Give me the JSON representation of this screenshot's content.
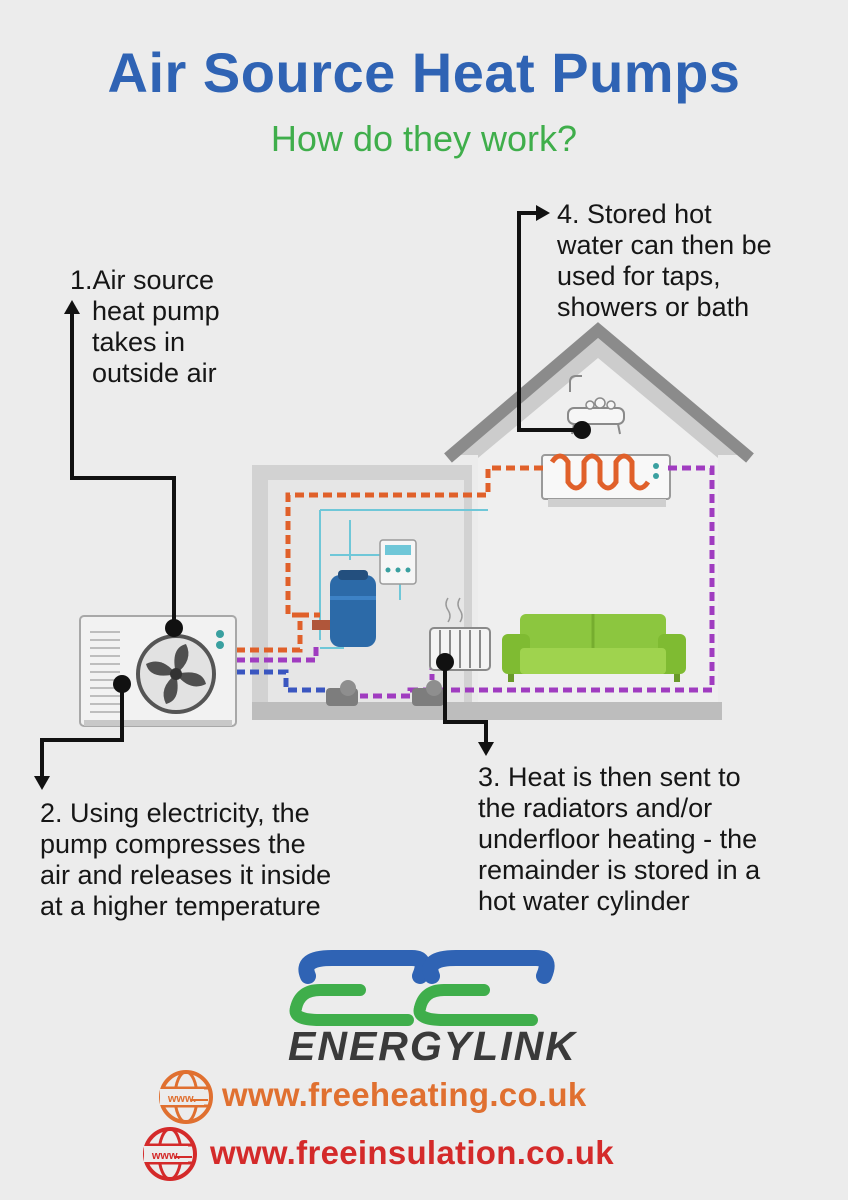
{
  "header": {
    "title": "Air Source Heat Pumps",
    "subtitle": "How do they work?"
  },
  "steps": [
    {
      "number": "1.",
      "lines": [
        "Air source",
        "heat pump",
        "takes in",
        "outside air"
      ]
    },
    {
      "number": "2.",
      "lines": [
        "Using electricity, the",
        "pump compresses the",
        "air and releases it inside",
        "at a higher temperature"
      ]
    },
    {
      "number": "3.",
      "lines": [
        "Heat is then sent to",
        "the radiators and/or",
        "underfloor heating - the",
        "remainder is stored in a",
        "hot water cylinder"
      ]
    },
    {
      "number": "4.",
      "lines": [
        "Stored hot",
        "water can then be",
        "used for taps,",
        "showers or bath"
      ]
    }
  ],
  "brand": {
    "name": "ENERGYLINK",
    "logo_blue": "#2f63b4",
    "logo_green": "#3fae4b"
  },
  "links": [
    {
      "text": "www.freeheating.co.uk",
      "color": "#e07030",
      "icon": "globe-www-icon",
      "icon_label": "www."
    },
    {
      "text": "www.freeinsulation.co.uk",
      "color": "#d42a2a",
      "icon": "globe-www-icon",
      "icon_label": "www."
    }
  ],
  "colors": {
    "title": "#2f63b4",
    "subtitle": "#3fae4b",
    "hot_pipe": "#e0602a",
    "return_pipe": "#a03cc0",
    "cold_pipe": "#3a56c0",
    "water_pipe": "#6fc7d8"
  }
}
